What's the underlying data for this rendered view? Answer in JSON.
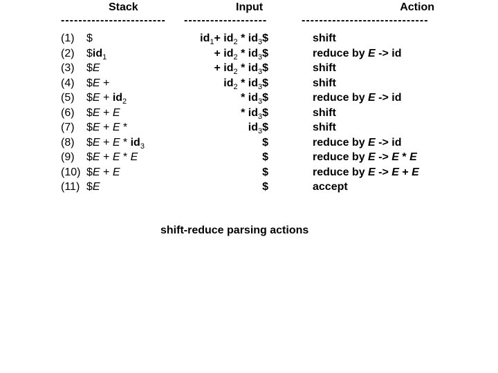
{
  "headers": {
    "stack": "Stack",
    "input": "Input",
    "action": "Action"
  },
  "dividers": {
    "stack": "------------------------",
    "input": "-------------------",
    "action": "-----------------------------"
  },
  "rows": [
    {
      "num": "(1)",
      "stack": [
        [
          "$",
          ""
        ]
      ],
      "input": [
        [
          "id",
          "b"
        ],
        [
          "1",
          "sub"
        ],
        [
          "+ ",
          "b"
        ],
        [
          "id",
          "b"
        ],
        [
          "2",
          "sub"
        ],
        [
          " * ",
          "b"
        ],
        [
          "id",
          "b"
        ],
        [
          "3",
          "sub"
        ],
        [
          "$",
          "b"
        ]
      ],
      "action": [
        [
          "shift",
          "b"
        ]
      ]
    },
    {
      "num": "(2)",
      "stack": [
        [
          "$",
          ""
        ],
        [
          "id",
          "b"
        ],
        [
          "1",
          "sub"
        ]
      ],
      "input": [
        [
          "+ ",
          "b"
        ],
        [
          "id",
          "b"
        ],
        [
          "2",
          "sub"
        ],
        [
          " * ",
          "b"
        ],
        [
          "id",
          "b"
        ],
        [
          "3",
          "sub"
        ],
        [
          "$",
          "b"
        ]
      ],
      "action": [
        [
          "reduce by ",
          "b"
        ],
        [
          "E",
          "bi"
        ],
        [
          " -> ",
          "b"
        ],
        [
          "id",
          "b"
        ]
      ]
    },
    {
      "num": "(3)",
      "stack": [
        [
          "$",
          ""
        ],
        [
          "E",
          "i"
        ]
      ],
      "input": [
        [
          "+ ",
          "b"
        ],
        [
          "id",
          "b"
        ],
        [
          "2",
          "sub"
        ],
        [
          " * ",
          "b"
        ],
        [
          "id",
          "b"
        ],
        [
          "3",
          "sub"
        ],
        [
          "$",
          "b"
        ]
      ],
      "action": [
        [
          "shift",
          "b"
        ]
      ]
    },
    {
      "num": "(4)",
      "stack": [
        [
          "$",
          ""
        ],
        [
          "E",
          "i"
        ],
        [
          " +",
          ""
        ]
      ],
      "input": [
        [
          "id",
          "b"
        ],
        [
          "2",
          "sub"
        ],
        [
          " * ",
          "b"
        ],
        [
          "id",
          "b"
        ],
        [
          "3",
          "sub"
        ],
        [
          "$",
          "b"
        ]
      ],
      "action": [
        [
          "shift",
          "b"
        ]
      ]
    },
    {
      "num": "(5)",
      "stack": [
        [
          "$",
          ""
        ],
        [
          "E",
          "i"
        ],
        [
          " + ",
          ""
        ],
        [
          "id",
          "b"
        ],
        [
          "2",
          "sub"
        ]
      ],
      "input": [
        [
          "* ",
          "b"
        ],
        [
          "id",
          "b"
        ],
        [
          "3",
          "sub"
        ],
        [
          "$",
          "b"
        ]
      ],
      "action": [
        [
          "reduce by ",
          "b"
        ],
        [
          "E",
          "bi"
        ],
        [
          " -> ",
          "b"
        ],
        [
          "id",
          "b"
        ]
      ]
    },
    {
      "num": "(6)",
      "stack": [
        [
          "$",
          ""
        ],
        [
          "E",
          "i"
        ],
        [
          " + ",
          ""
        ],
        [
          "E",
          "i"
        ]
      ],
      "input": [
        [
          "* ",
          "b"
        ],
        [
          "id",
          "b"
        ],
        [
          "3",
          "sub"
        ],
        [
          "$",
          "b"
        ]
      ],
      "action": [
        [
          "shift",
          "b"
        ]
      ]
    },
    {
      "num": "(7)",
      "stack": [
        [
          "$",
          ""
        ],
        [
          "E",
          "i"
        ],
        [
          " + ",
          ""
        ],
        [
          "E",
          "i"
        ],
        [
          " *",
          ""
        ]
      ],
      "input": [
        [
          "id",
          "b"
        ],
        [
          "3",
          "sub"
        ],
        [
          "$",
          "b"
        ]
      ],
      "action": [
        [
          "shift",
          "b"
        ]
      ]
    },
    {
      "num": "(8)",
      "stack": [
        [
          "$",
          ""
        ],
        [
          "E",
          "i"
        ],
        [
          " + ",
          ""
        ],
        [
          "E",
          "i"
        ],
        [
          " * ",
          ""
        ],
        [
          "id",
          "b"
        ],
        [
          "3",
          "sub"
        ]
      ],
      "input": [
        [
          "$",
          "b"
        ]
      ],
      "action": [
        [
          "reduce by ",
          "b"
        ],
        [
          "E",
          "bi"
        ],
        [
          " -> ",
          "b"
        ],
        [
          "id",
          "b"
        ]
      ]
    },
    {
      "num": "(9)",
      "stack": [
        [
          "$",
          ""
        ],
        [
          "E",
          "i"
        ],
        [
          " + ",
          ""
        ],
        [
          "E",
          "i"
        ],
        [
          " * ",
          ""
        ],
        [
          "E",
          "i"
        ]
      ],
      "input": [
        [
          "$",
          "b"
        ]
      ],
      "action": [
        [
          "reduce by ",
          "b"
        ],
        [
          "E",
          "bi"
        ],
        [
          " -> ",
          "b"
        ],
        [
          "E",
          "bi"
        ],
        [
          " * ",
          "b"
        ],
        [
          "E",
          "bi"
        ]
      ]
    },
    {
      "num": "(10)",
      "stack": [
        [
          "$",
          ""
        ],
        [
          "E",
          "i"
        ],
        [
          " + ",
          ""
        ],
        [
          "E",
          "i"
        ]
      ],
      "input": [
        [
          "$",
          "b"
        ]
      ],
      "action": [
        [
          "reduce by ",
          "b"
        ],
        [
          "E",
          "bi"
        ],
        [
          " -> ",
          "b"
        ],
        [
          "E",
          "bi"
        ],
        [
          " + ",
          "b"
        ],
        [
          "E",
          "bi"
        ]
      ]
    },
    {
      "num": "(11)",
      "stack": [
        [
          "$",
          ""
        ],
        [
          "E",
          "i"
        ]
      ],
      "input": [
        [
          "$",
          "b"
        ]
      ],
      "action": [
        [
          "accept",
          "b"
        ]
      ]
    }
  ],
  "caption": "shift-reduce parsing actions"
}
